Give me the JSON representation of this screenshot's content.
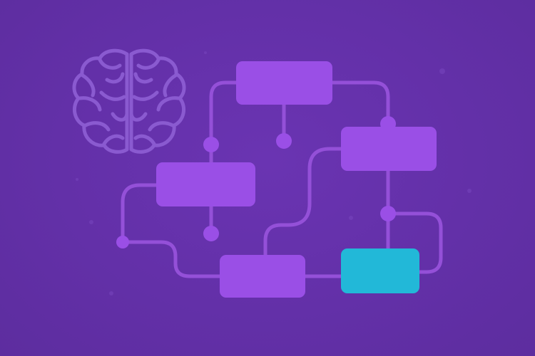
{
  "colors": {
    "background": "#6330a8",
    "brain_stroke": "#8a5ad0",
    "connector": "#9450d8",
    "node_fill": "#9a4fe6",
    "highlight_fill": "#22b8d8",
    "dot": "#9a4fe6"
  },
  "icons": [
    "brain-icon"
  ],
  "diagram": {
    "type": "flowchart",
    "nodes": [
      {
        "id": "node-top",
        "label": "",
        "highlighted": false
      },
      {
        "id": "node-right",
        "label": "",
        "highlighted": false
      },
      {
        "id": "node-left",
        "label": "",
        "highlighted": false
      },
      {
        "id": "node-bottom",
        "label": "",
        "highlighted": false
      },
      {
        "id": "node-target",
        "label": "",
        "highlighted": true
      }
    ],
    "edges": [
      {
        "from": "node-top",
        "to": "node-right"
      },
      {
        "from": "node-top",
        "to": "node-left"
      },
      {
        "from": "node-right",
        "to": "node-bottom"
      },
      {
        "from": "node-left",
        "to": "node-bottom"
      },
      {
        "from": "node-right",
        "to": "node-target"
      },
      {
        "from": "node-bottom",
        "to": "node-target"
      }
    ]
  }
}
